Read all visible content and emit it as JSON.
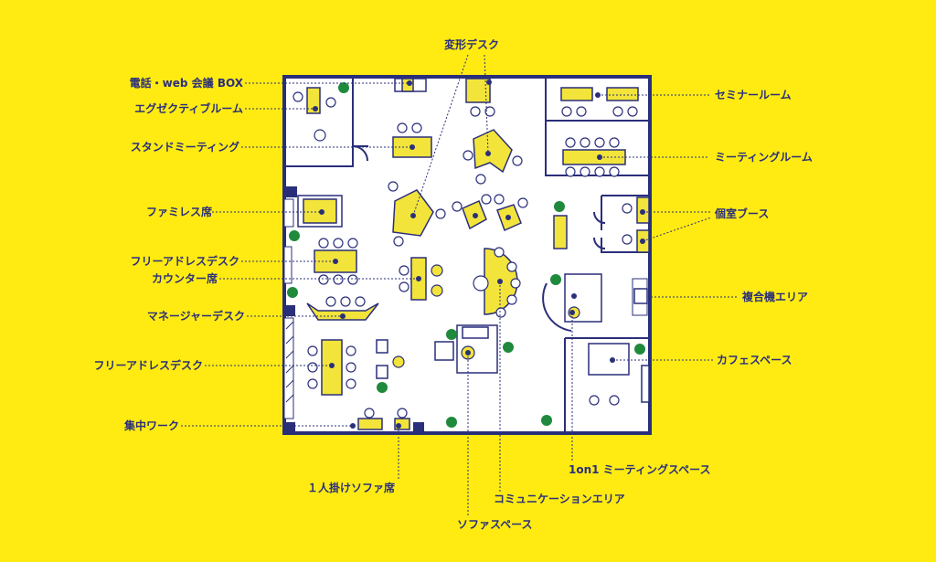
{
  "colors": {
    "background": "#FFEB12",
    "ink": "#2A2F7A",
    "floor": "#FFFFFF",
    "furniture": "#F2E43A",
    "plant": "#1F8A3C"
  },
  "labels": {
    "phone_box": "電話・web 会議 BOX",
    "executive_room": "エグゼクティブルーム",
    "stand_meeting": "スタンドミーティング",
    "family_seat": "ファミレス席",
    "free_address_1": "フリーアドレスデスク",
    "counter_seat": "カウンター席",
    "manager_desk": "マネージャーデスク",
    "free_address_2": "フリーアドレスデスク",
    "focus_work": "集中ワーク",
    "single_sofa": "１人掛けソファ席",
    "sofa_space": "ソファスペース",
    "communication_area": "コミュニケーションエリア",
    "one_on_one": "1on1 ミーティングスペース",
    "cafe_space": "カフェスペース",
    "mfp_area": "複合機エリア",
    "private_booth": "個室ブース",
    "meeting_room": "ミーティングルーム",
    "seminar_room": "セミナールーム",
    "irregular_desk": "変形デスク"
  }
}
